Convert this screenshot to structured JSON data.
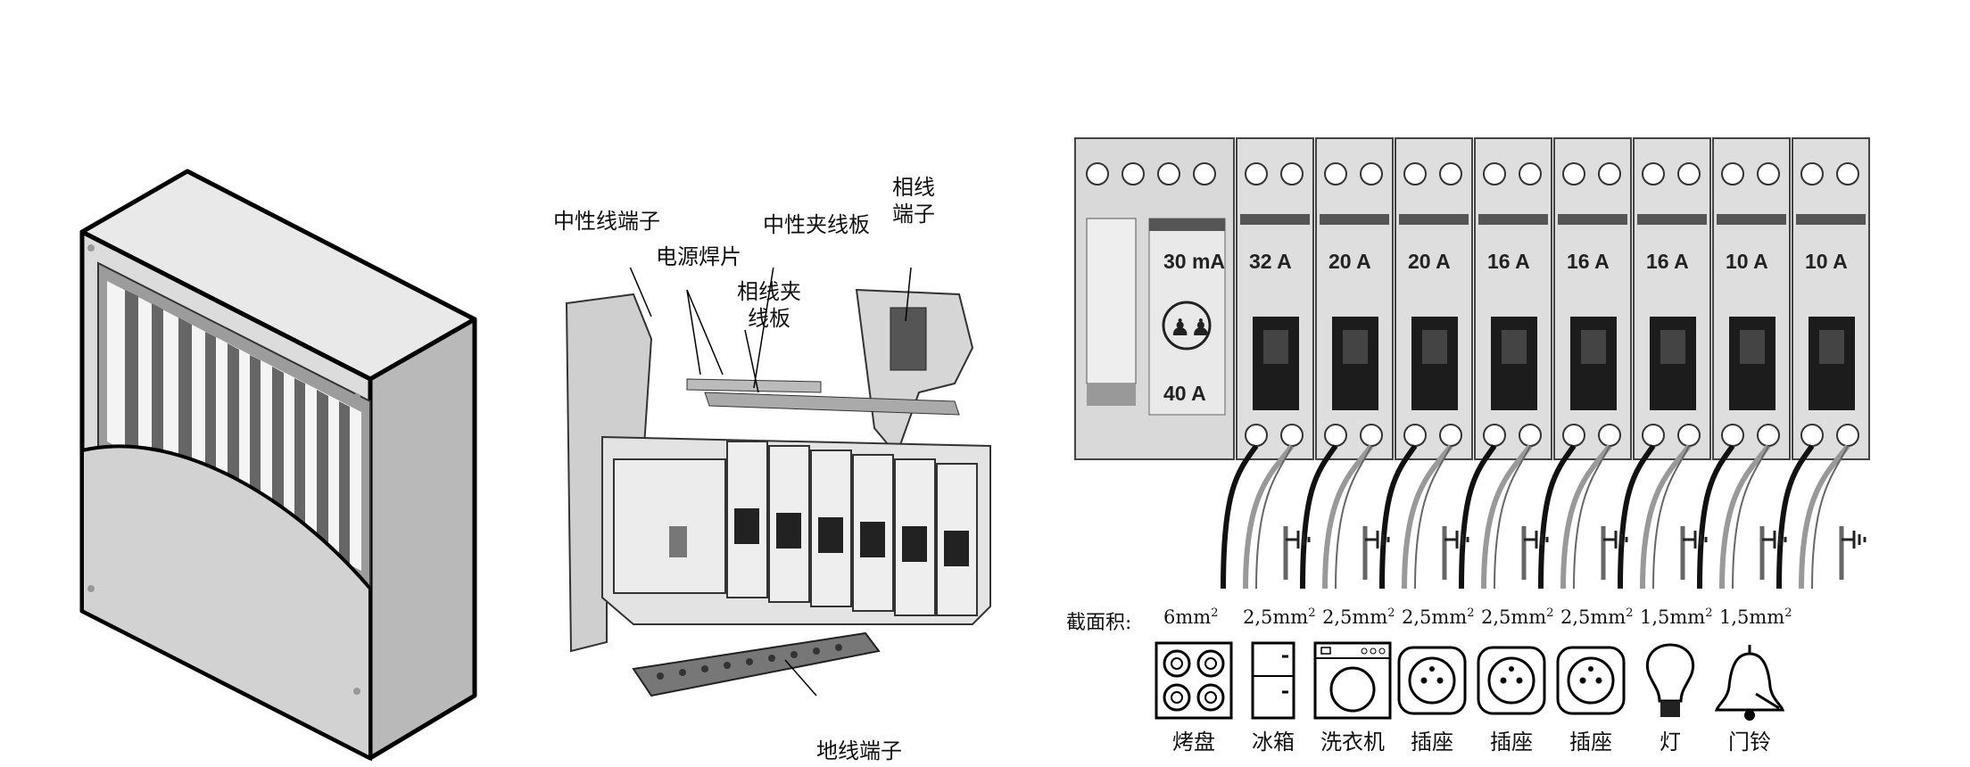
{
  "enclosure_figure": {},
  "exploded_figure": {
    "callouts": {
      "neutral_terminal": "中性线端子",
      "power_tab": "电源焊片",
      "neutral_busbar": "中性夹线板",
      "phase_terminal_line1": "相线",
      "phase_terminal_line2": "端子",
      "phase_busbar_line1": "相线夹",
      "phase_busbar_line2": "线板",
      "earth_terminal": "地线端子"
    }
  },
  "panel_figure": {
    "main_breaker": {
      "rcd_rating": "30 mA",
      "current_rating": "40 A"
    },
    "breakers": [
      {
        "rating": "32 A"
      },
      {
        "rating": "20 A"
      },
      {
        "rating": "20 A"
      },
      {
        "rating": "16 A"
      },
      {
        "rating": "16 A"
      },
      {
        "rating": "16 A"
      },
      {
        "rating": "10 A"
      },
      {
        "rating": "10 A"
      }
    ],
    "cross_section_label": "截面积:",
    "cross_sections": [
      {
        "value": "6mm",
        "exp": "2"
      },
      {
        "value": "2,5mm",
        "exp": "2"
      },
      {
        "value": "2,5mm",
        "exp": "2"
      },
      {
        "value": "2,5mm",
        "exp": "2"
      },
      {
        "value": "2,5mm",
        "exp": "2"
      },
      {
        "value": "2,5mm",
        "exp": "2"
      },
      {
        "value": "1,5mm",
        "exp": "2"
      },
      {
        "value": "1,5mm",
        "exp": "2"
      }
    ],
    "appliances": [
      {
        "label": "烤盘",
        "icon": "hob-icon"
      },
      {
        "label": "冰箱",
        "icon": "fridge-icon"
      },
      {
        "label": "洗衣机",
        "icon": "washing-machine-icon"
      },
      {
        "label": "插座",
        "icon": "socket-icon"
      },
      {
        "label": "插座",
        "icon": "socket-icon"
      },
      {
        "label": "插座",
        "icon": "socket-icon"
      },
      {
        "label": "灯",
        "icon": "bulb-icon"
      },
      {
        "label": "门铃",
        "icon": "bell-icon"
      }
    ]
  }
}
